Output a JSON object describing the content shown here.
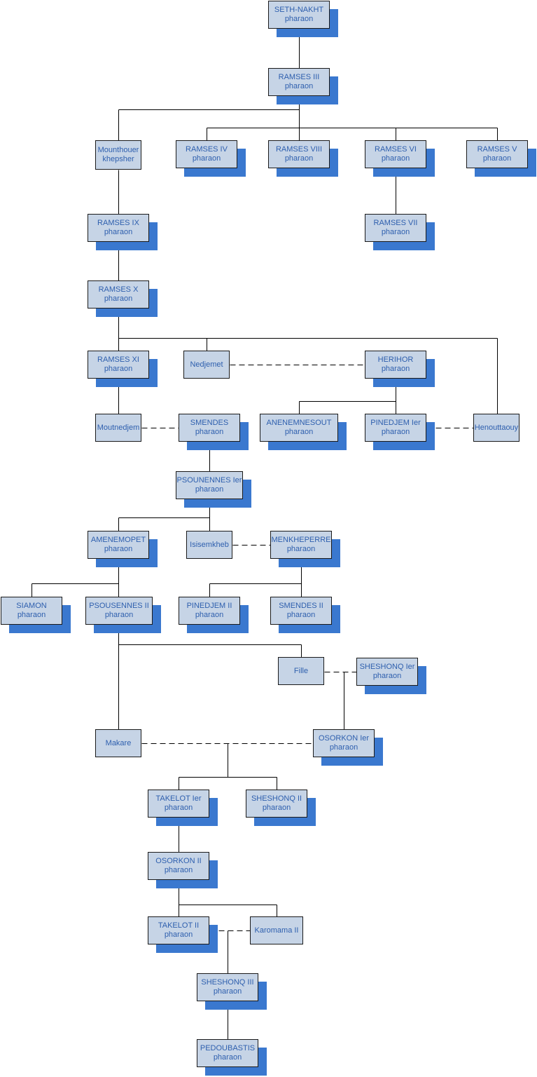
{
  "nodes": [
    {
      "id": "seth_nakht",
      "name": "SETH-NAKHT",
      "title": "pharaon"
    },
    {
      "id": "ramses3",
      "name": "RAMSES III",
      "title": "pharaon"
    },
    {
      "id": "mounthouer",
      "name": "Mounthouer",
      "title": "khepsher"
    },
    {
      "id": "ramses4",
      "name": "RAMSES IV",
      "title": "pharaon"
    },
    {
      "id": "ramses8",
      "name": "RAMSES VIII",
      "title": "pharaon"
    },
    {
      "id": "ramses6",
      "name": "RAMSES VI",
      "title": "pharaon"
    },
    {
      "id": "ramses5",
      "name": "RAMSES V",
      "title": "pharaon"
    },
    {
      "id": "ramses9",
      "name": "RAMSES IX",
      "title": "pharaon"
    },
    {
      "id": "ramses7",
      "name": "RAMSES VII",
      "title": "pharaon"
    },
    {
      "id": "ramses10",
      "name": "RAMSES X",
      "title": "pharaon"
    },
    {
      "id": "ramses11",
      "name": "RAMSES XI",
      "title": "pharaon"
    },
    {
      "id": "nedjemet",
      "name": "Nedjemet",
      "title": ""
    },
    {
      "id": "herihor",
      "name": "HERIHOR",
      "title": "pharaon"
    },
    {
      "id": "moutnedjem",
      "name": "Moutnedjem",
      "title": ""
    },
    {
      "id": "smendes",
      "name": "SMENDES",
      "title": "pharaon"
    },
    {
      "id": "anenemnesout",
      "name": "ANENEMNESOUT",
      "title": "pharaon"
    },
    {
      "id": "pinedjem1",
      "name": "PINEDJEM Ier",
      "title": "pharaon"
    },
    {
      "id": "henouttaouy",
      "name": "Henouttaouy",
      "title": ""
    },
    {
      "id": "psousennes1",
      "name": "PSOUNENNES Ier",
      "title": "pharaon"
    },
    {
      "id": "amenemopet",
      "name": "AMENEMOPET",
      "title": "pharaon"
    },
    {
      "id": "isisemkheb",
      "name": "Isisemkheb",
      "title": ""
    },
    {
      "id": "menkheperre",
      "name": "MENKHEPERRE",
      "title": "pharaon"
    },
    {
      "id": "siamon",
      "name": "SIAMON",
      "title": "pharaon"
    },
    {
      "id": "psousennes2",
      "name": "PSOUSENNES II",
      "title": "pharaon"
    },
    {
      "id": "pinedjem2",
      "name": "PINEDJEM II",
      "title": "pharaon"
    },
    {
      "id": "smendes2",
      "name": "SMENDES II",
      "title": "pharaon"
    },
    {
      "id": "fille",
      "name": "Fille",
      "title": ""
    },
    {
      "id": "sheshonq1",
      "name": "SHESHONQ Ier",
      "title": "pharaon"
    },
    {
      "id": "makare",
      "name": "Makare",
      "title": ""
    },
    {
      "id": "osorkon1",
      "name": "OSORKON Ier",
      "title": "pharaon"
    },
    {
      "id": "takelot1",
      "name": "TAKELOT Ier",
      "title": "pharaon"
    },
    {
      "id": "sheshonq2",
      "name": "SHESHONQ II",
      "title": "pharaon"
    },
    {
      "id": "osorkon2",
      "name": "OSORKON II",
      "title": "pharaon"
    },
    {
      "id": "takelot2",
      "name": "TAKELOT II",
      "title": "pharaon"
    },
    {
      "id": "karomama2",
      "name": "Karomama II",
      "title": ""
    },
    {
      "id": "sheshonq3",
      "name": "SHESHONQ III",
      "title": "pharaon"
    },
    {
      "id": "pedoubastis",
      "name": "PEDOUBASTIS",
      "title": "pharaon"
    }
  ],
  "relations": {
    "parent_child": [
      [
        "seth_nakht",
        "ramses3"
      ],
      [
        "ramses3",
        "mounthouer"
      ],
      [
        "ramses3",
        "ramses4"
      ],
      [
        "ramses3",
        "ramses8"
      ],
      [
        "ramses3",
        "ramses6"
      ],
      [
        "ramses3",
        "ramses5"
      ],
      [
        "mounthouer",
        "ramses9"
      ],
      [
        "ramses6",
        "ramses7"
      ],
      [
        "ramses9",
        "ramses10"
      ],
      [
        "ramses10",
        "ramses11"
      ],
      [
        "ramses10",
        "nedjemet"
      ],
      [
        "ramses10",
        "henouttaouy"
      ],
      [
        "ramses11",
        "moutnedjem"
      ],
      [
        "herihor",
        "anenemnesout"
      ],
      [
        "herihor",
        "pinedjem1"
      ],
      [
        "smendes",
        "psousennes1"
      ],
      [
        "psousennes1",
        "amenemopet"
      ],
      [
        "psousennes1",
        "isisemkheb"
      ],
      [
        "amenemopet",
        "siamon"
      ],
      [
        "amenemopet",
        "psousennes2"
      ],
      [
        "menkheperre",
        "pinedjem2"
      ],
      [
        "menkheperre",
        "smendes2"
      ],
      [
        "psousennes2",
        "fille"
      ],
      [
        "psousennes2",
        "makare"
      ],
      [
        "fille",
        "osorkon1"
      ],
      [
        "makare",
        "takelot1"
      ],
      [
        "makare",
        "sheshonq2"
      ],
      [
        "takelot1",
        "osorkon2"
      ],
      [
        "osorkon2",
        "takelot2"
      ],
      [
        "osorkon2",
        "karomama2"
      ],
      [
        "takelot2",
        "sheshonq3"
      ],
      [
        "sheshonq3",
        "pedoubastis"
      ]
    ],
    "marriage": [
      [
        "nedjemet",
        "herihor"
      ],
      [
        "moutnedjem",
        "smendes"
      ],
      [
        "pinedjem1",
        "henouttaouy"
      ],
      [
        "isisemkheb",
        "menkheperre"
      ],
      [
        "fille",
        "sheshonq1"
      ],
      [
        "makare",
        "osorkon1"
      ],
      [
        "takelot2",
        "karomama2"
      ]
    ]
  },
  "colors": {
    "box_fill": "#c6d4e6",
    "shadow": "#3a78cf",
    "text": "#2e5fae",
    "line": "#000000"
  }
}
